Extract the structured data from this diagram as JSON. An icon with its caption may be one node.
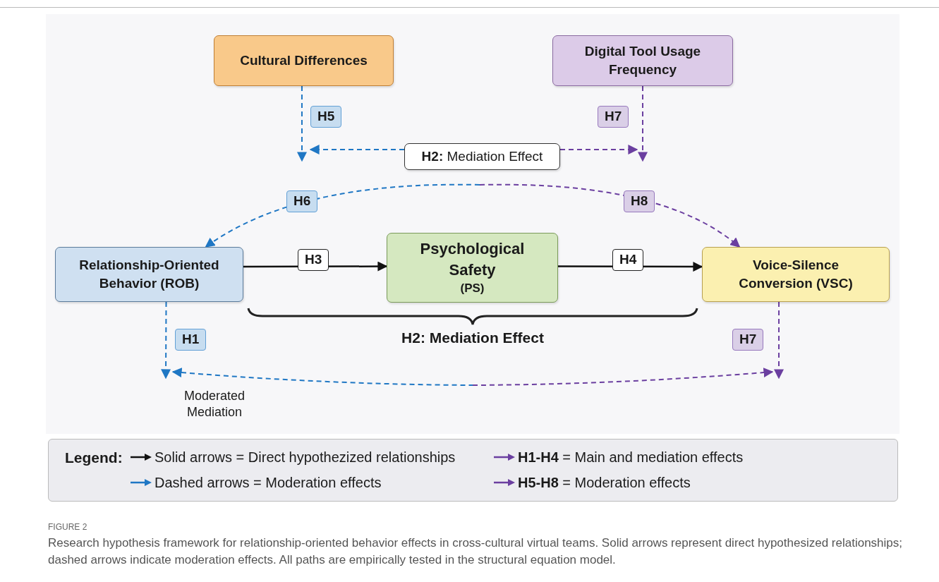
{
  "diagram": {
    "caption": "Research hypothesis framework for relationship-oriented behavior effects in cross-cultural virtual teams. Solid arrows represent direct hypothesized relationships; dashed arrows indicate moderation effects. All paths are empirically tested in the structural equation model.",
    "nodes": [
      {
        "text": [
          "Cultural Differences"
        ]
      },
      {
        "text": [
          "Digital Tool Usage Frequency"
        ]
      },
      {
        "text": [
          "**H2:** Mediation Effect"
        ]
      },
      {
        "text": [
          "Relationship-Oriented Behavior (ROB)"
        ]
      },
      {
        "text": [
          "Psychological Safety",
          "(PS)"
        ]
      },
      {
        "text": [
          "Voice-Silence Conversion (VSC)"
        ]
      }
    ],
    "edges": [
      {
        "from": 0,
        "to": null,
        "arrow": "to",
        "label": "H5",
        "style": "dashed",
        "color": "#1f77c4"
      },
      {
        "from": 1,
        "to": null,
        "arrow": "to",
        "label": "H7",
        "style": "dashed",
        "color": "#6b3fa0"
      },
      {
        "from": 2,
        "to": null,
        "arrow": "to",
        "style": "dashed",
        "color": "#1f77c4"
      },
      {
        "from": 2,
        "to": null,
        "arrow": "to",
        "style": "dashed",
        "color": "#6b3fa0"
      },
      {
        "from": null,
        "to": 3,
        "arrow": "to",
        "label": "H6",
        "style": "dashed",
        "color": "#1f77c4"
      },
      {
        "from": null,
        "to": 5,
        "arrow": "to",
        "label": "H8",
        "style": "dashed",
        "color": "#6b3fa0"
      },
      {
        "from": 3,
        "to": 4,
        "arrow": "to",
        "label": "H3",
        "color": "#111111"
      },
      {
        "from": 4,
        "to": 5,
        "arrow": "to",
        "label": "H4",
        "color": "#111111"
      },
      {
        "from": 3,
        "to": null,
        "arrow": "to",
        "label": "H1",
        "style": "dashed",
        "color": "#1f77c4"
      },
      {
        "from": 5,
        "to": null,
        "arrow": "to",
        "label": "H7",
        "style": "dashed",
        "color": "#6b3fa0"
      }
    ],
    "labels": [
      "H2: Mediation Effect",
      "Moderated Mediation",
      "Legend:",
      "FIGURE 2"
    ],
    "legend": [
      {
        "text": "Solid arrows = Direct hypothezized relationships"
      },
      {
        "text": "**H1-H4** = Main and mediation effects"
      },
      {
        "text": "Dashed arrows = Moderation effects"
      },
      {
        "text": "**H5-H8** = Moderation effects"
      }
    ]
  }
}
